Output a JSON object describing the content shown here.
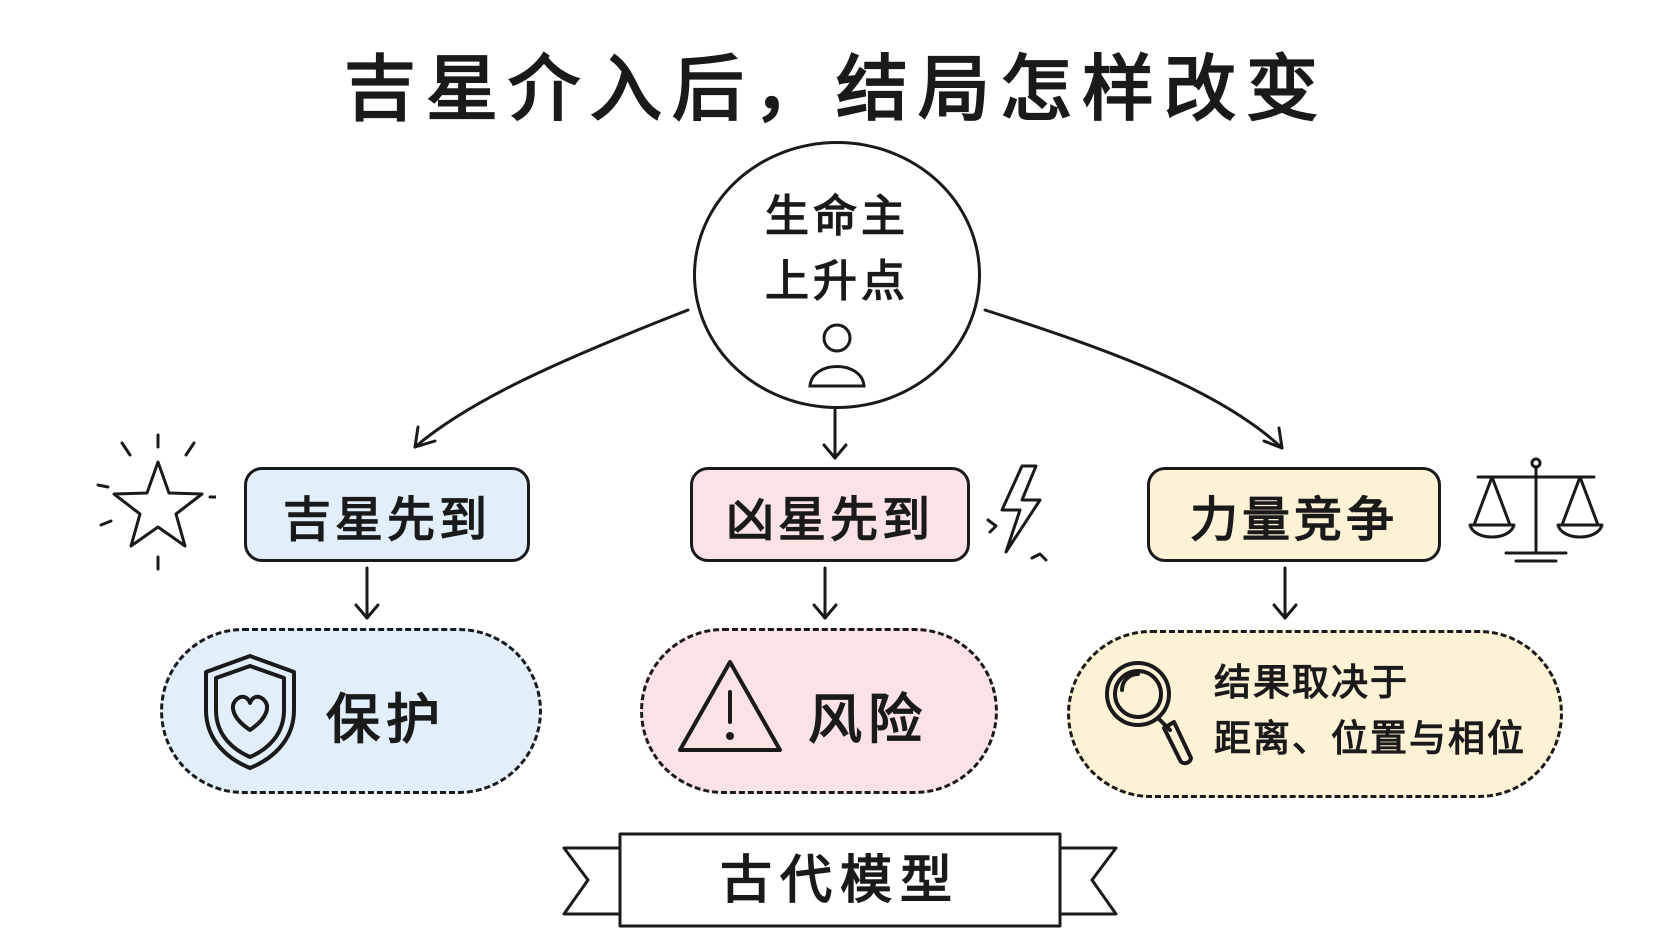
{
  "title": "吉星介入后，结局怎样改变",
  "center": {
    "line1": "生命主",
    "line2": "上升点",
    "icon": "person-icon"
  },
  "branches": [
    {
      "label": "吉星先到",
      "color": "#e3eefb",
      "icon": "star-icon",
      "outcome": "保护",
      "outcome_icon": "shield-heart-icon",
      "outcome_color": "#e3eefb"
    },
    {
      "label": "凶星先到",
      "color": "#fbe3e5",
      "icon": "lightning-icon",
      "outcome": "风险",
      "outcome_icon": "warning-icon",
      "outcome_color": "#fbe3e5"
    },
    {
      "label": "力量竞争",
      "color": "#fdf2d6",
      "icon": "balance-scale-icon",
      "outcome_lines": [
        "结果取决于",
        "距离、位置与相位"
      ],
      "outcome_icon": "magnifier-icon",
      "outcome_color": "#fdf2d6"
    }
  ],
  "banner": {
    "label": "古代模型"
  }
}
